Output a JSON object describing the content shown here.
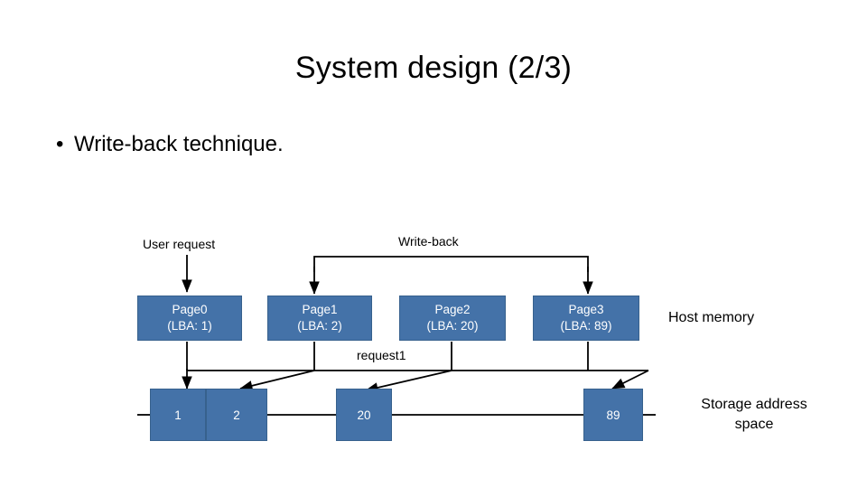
{
  "slide": {
    "title": "System design (2/3)",
    "bullet": "Write-back technique."
  },
  "diagram": {
    "labels": {
      "user_request": "User request",
      "write_back": "Write-back",
      "request1": "request1",
      "host_memory": "Host memory",
      "storage_address_space_line1": "Storage address",
      "storage_address_space_line2": "space"
    },
    "pages": [
      {
        "name": "Page0",
        "lba": "(LBA: 1)"
      },
      {
        "name": "Page1",
        "lba": "(LBA: 2)"
      },
      {
        "name": "Page2",
        "lba": "(LBA: 20)"
      },
      {
        "name": "Page3",
        "lba": "(LBA: 89)"
      }
    ],
    "storage_blocks": [
      {
        "value": "1"
      },
      {
        "value": "2"
      },
      {
        "value": ""
      },
      {
        "value": "20"
      },
      {
        "value": ""
      },
      {
        "value": "89"
      }
    ],
    "colors": {
      "box_fill": "#4472a8",
      "box_border": "#37618d",
      "box_text": "#ffffff",
      "text": "#000000",
      "arrow": "#000000"
    }
  }
}
